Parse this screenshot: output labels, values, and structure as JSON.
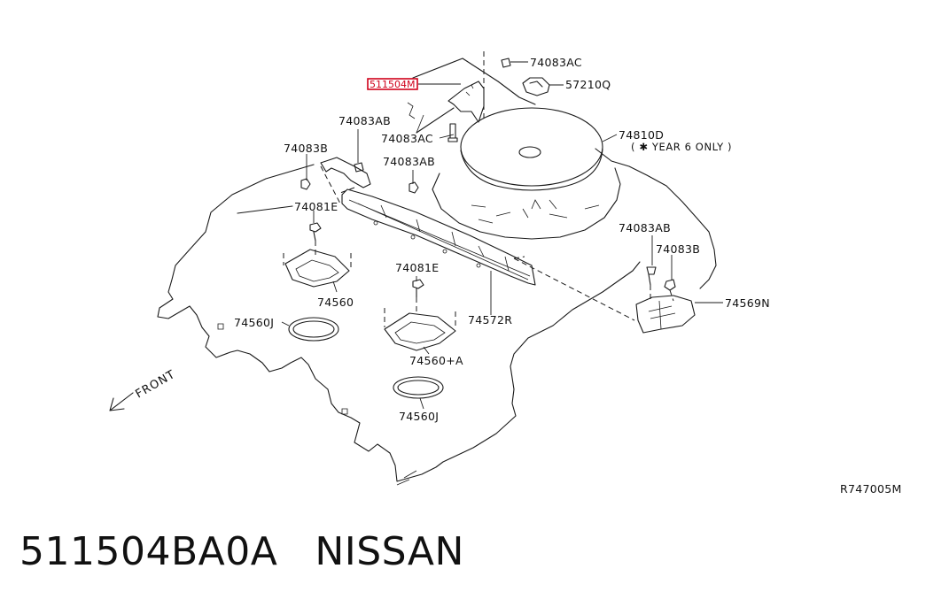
{
  "labels": {
    "p74083AC_top": "74083AC",
    "p57210Q": "57210Q",
    "p511504M": "511504M",
    "p74083AB_a": "74083AB",
    "p74083AC_mid": "74083AC",
    "p74810D": "74810D",
    "year_note": "( ✱ YEAR 6 ONLY )",
    "p74083B_a": "74083B",
    "p74083AB_b": "74083AB",
    "p74081E_a": "74081E",
    "p74083AB_c": "74083AB",
    "p74083B_b": "74083B",
    "p74081E_b": "74081E",
    "p74569N": "74569N",
    "p74560": "74560",
    "p74572R": "74572R",
    "p74560J_a": "74560J",
    "p74560A": "74560+A",
    "p74560J_b": "74560J",
    "front": "FRONT",
    "ref": "R747005M"
  },
  "caption": {
    "part_number": "511504BA0A",
    "brand": "NISSAN"
  },
  "colors": {
    "highlight": "#d0021b",
    "line": "#1a1a1a"
  }
}
